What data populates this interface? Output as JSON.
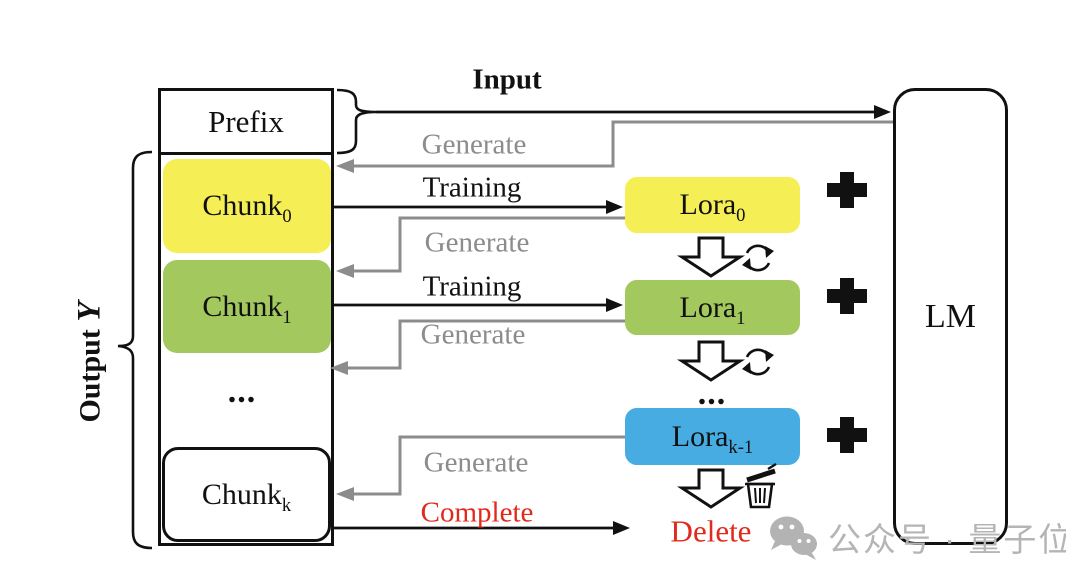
{
  "labels": {
    "input": "Input",
    "training": "Training",
    "generate": "Generate",
    "complete": "Complete",
    "delete": "Delete",
    "output": "Output",
    "output_symbol": "Y",
    "prefix": "Prefix",
    "lm": "LM",
    "ellipsis": "..."
  },
  "stack": {
    "chunks": [
      {
        "base": "Chunk",
        "sub": "0",
        "color": "#f5ee55"
      },
      {
        "base": "Chunk",
        "sub": "1",
        "color": "#a3c85e"
      },
      {
        "base": "Chunk",
        "sub": "k",
        "color": "#ffffff"
      }
    ]
  },
  "loras": [
    {
      "base": "Lora",
      "sub": "0",
      "color": "#f5ee55"
    },
    {
      "base": "Lora",
      "sub": "1",
      "color": "#a3c85e"
    },
    {
      "base": "Lora",
      "sub": "k-1",
      "color": "#46ace1"
    }
  ],
  "icons": {
    "plus": "plus-icon",
    "refresh": "refresh-cycle-icon",
    "trash": "trash-can-icon",
    "wechat": "wechat-logo-icon"
  },
  "colors": {
    "line_black": "#111111",
    "line_gray": "#8c8c8c",
    "text_red": "#e2291c",
    "chunk_yellow": "#f5ee55",
    "chunk_green": "#a3c85e",
    "lora_blue": "#46ace1",
    "watermark_gray": "#b5b5b5"
  },
  "watermark": {
    "text": "公众号 · 量子位"
  }
}
